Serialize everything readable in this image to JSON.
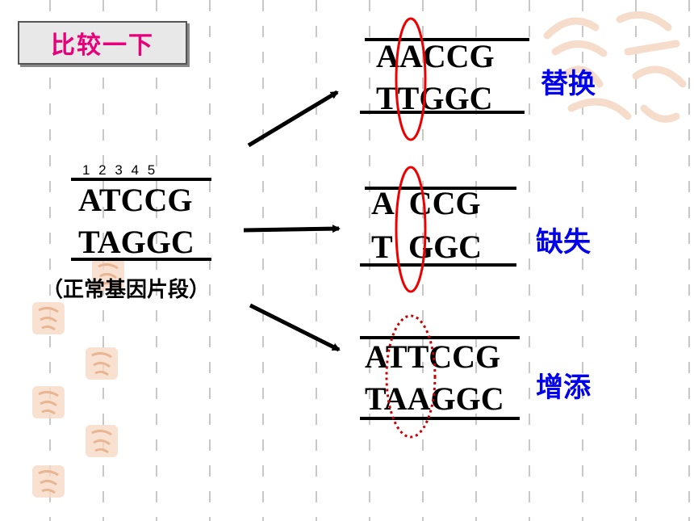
{
  "title": "比较一下",
  "original": {
    "numbers": "1 2 3 4 5",
    "top": "ATCCG",
    "bottom": "TAGGC",
    "caption": "（正常基因片段）"
  },
  "mutations": [
    {
      "label": "替换",
      "top": "AACCG",
      "bottom": "TTGGC"
    },
    {
      "label": "缺失",
      "top": "A  CCG",
      "bottom": "T  GGC"
    },
    {
      "label": "增添",
      "top": "ATTCCG",
      "bottom": "TAAGGC"
    }
  ],
  "colors": {
    "title": "#e8007a",
    "label": "#0000ee",
    "ellipse": "#ee0000"
  }
}
